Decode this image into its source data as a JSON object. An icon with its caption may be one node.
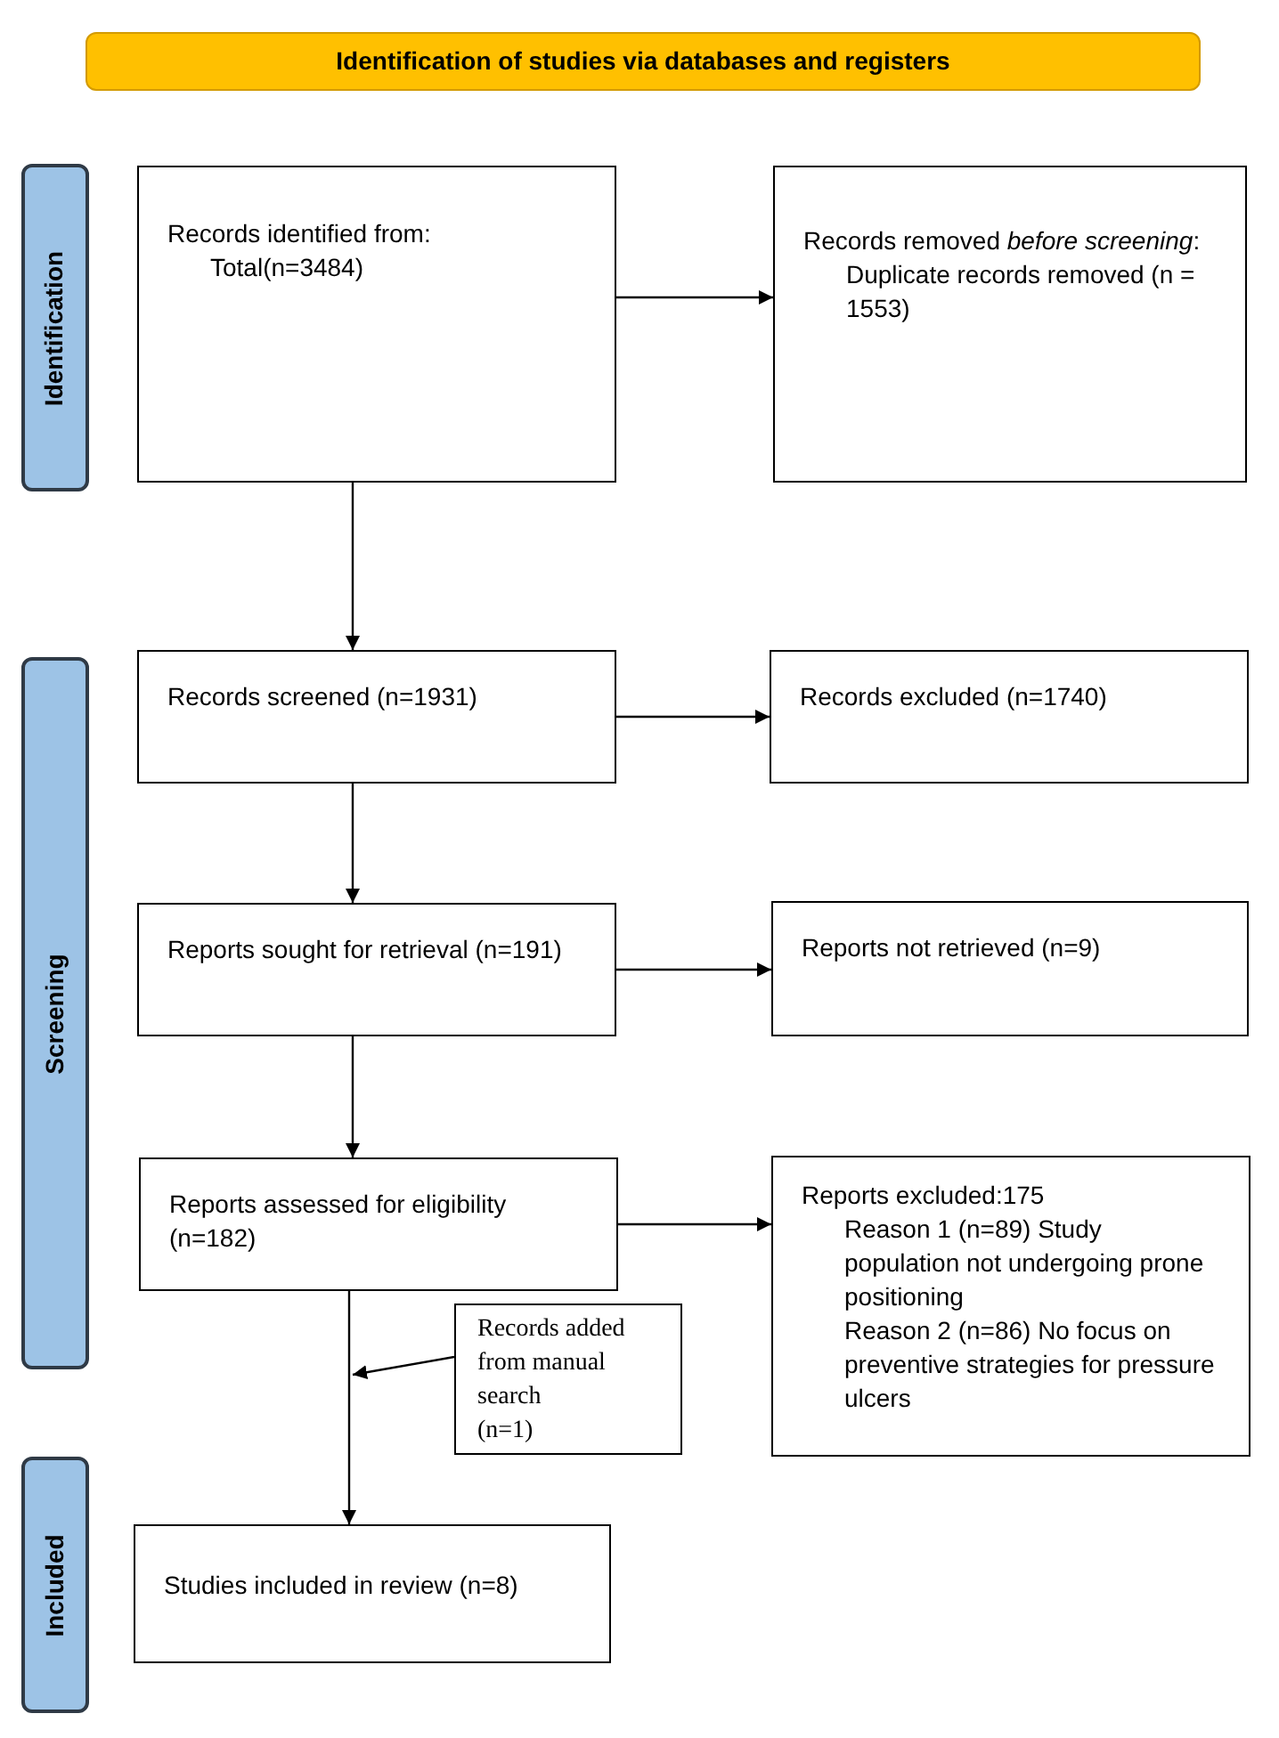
{
  "diagram": {
    "nodes": [
      {
        "text": [
          "Identification of studies via databases and registers"
        ]
      },
      {
        "text": [
          "Identification"
        ]
      },
      {
        "text": [
          "Records identified from:",
          "Total(n=3484)"
        ]
      },
      {
        "text": [
          "Records removed *before screening*:",
          "Duplicate records removed (n = 1553)"
        ]
      },
      {
        "text": [
          "Screening"
        ]
      },
      {
        "text": [
          "Records screened (n=1931)"
        ]
      },
      {
        "text": [
          "Records excluded (n=1740)"
        ]
      },
      {
        "text": [
          "Reports sought for retrieval (n=191)"
        ]
      },
      {
        "text": [
          "Reports not retrieved (n=9)"
        ]
      },
      {
        "text": [
          "Reports assessed for eligibility (n=182)"
        ]
      },
      {
        "text": [
          "Reports excluded:175",
          "Reason 1 (n=89) Study population not undergoing prone positioning",
          "Reason 2 (n=86) No focus on preventive strategies for pressure ulcers"
        ]
      },
      {
        "text": [
          "Records added from manual search",
          "(n=1)"
        ]
      },
      {
        "text": [
          "Included"
        ]
      },
      {
        "text": [
          "Studies included in review (n=8)"
        ]
      }
    ],
    "edges": [
      {
        "from": 2,
        "to": 3,
        "arrow": "to"
      },
      {
        "from": 2,
        "to": 5,
        "arrow": "to"
      },
      {
        "from": 5,
        "to": 6,
        "arrow": "to"
      },
      {
        "from": 5,
        "to": 7,
        "arrow": "to"
      },
      {
        "from": 7,
        "to": 8,
        "arrow": "to"
      },
      {
        "from": 7,
        "to": 9,
        "arrow": "to"
      },
      {
        "from": 9,
        "to": 10,
        "arrow": "to"
      },
      {
        "from": 9,
        "to": 13,
        "arrow": "to"
      },
      {
        "from": 11,
        "to": 13,
        "arrow": "to"
      }
    ]
  }
}
